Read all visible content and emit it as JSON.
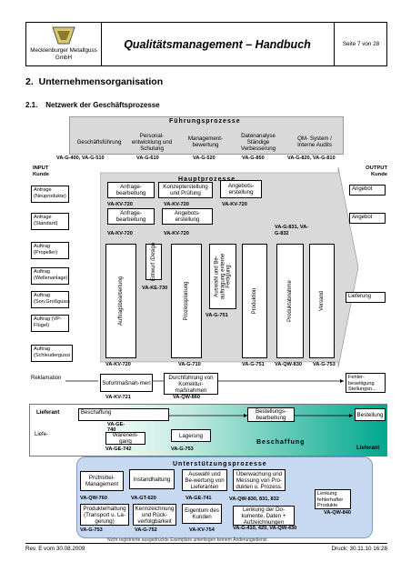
{
  "header": {
    "company": "Mecklenburger Metallguss GmbH",
    "title": "Qualitätsmanagement – Handbuch",
    "page": "Seite 7 von 28"
  },
  "section": {
    "number": "2.",
    "title": "Unternehmensorganisation"
  },
  "subsection": {
    "number": "2.1.",
    "title": "Netzwerk der Geschäftsprozesse"
  },
  "fuehrung": {
    "title": "Führungsprozesse",
    "boxes": [
      "Geschäftsführung",
      "Personal-entwicklung und Schulung",
      "Management-bewertung",
      "Datenanalyse Ständige Verbesserung",
      "QM- System / Interne Audits"
    ],
    "codes": [
      "VA-G-400, VA-G-510",
      "VA-G-610",
      "VA-G-520",
      "VA-G-850",
      "VA-G-820, VA-G-810"
    ]
  },
  "input": {
    "title": "INPUT Kunde",
    "items": [
      "Anfrage (Neuprodukte)",
      "Anfrage (Standard)",
      "Auftrag (Propeller)",
      "Auftrag (Wellenanlage)",
      "Auftrag (Son.Großguss)",
      "Auftrag (VP-Flügel)",
      "Auftrag (Schleudergussi"
    ]
  },
  "output": {
    "title": "OUTPUT Kunde",
    "items": [
      "Angebot",
      "Angebot",
      "Lieferung"
    ]
  },
  "haupt": {
    "title": "Hauptprozesse",
    "boxes": [
      "Anfrage-bearbeitung",
      "Konzepterstellung und Prüfung",
      "Angebots-erstellung",
      "Anfrage-bearbeitung",
      "Angebots-erstellung"
    ],
    "vertical": [
      "Auftragsbearbeitung",
      "Entwurf /Design",
      "Prozessplanung",
      "Auswahl und Be-auftragung externe Fertigung",
      "Produktion",
      "Produktabnahme",
      "Versand"
    ],
    "codes": {
      "r1a": "VA-KV-720",
      "r1b": "VA-KV-720",
      "r1c": "VA-KV-720",
      "r2a": "VA-KV-720",
      "r2b": "VA-KV-720",
      "r2c": "VA-G-831, VA-G-832",
      "ke": "VA-KE-730",
      "g751": "VA-G-751",
      "b1": "VA-KV-720",
      "b2": "VA-G-710",
      "b3": "VA-G-751",
      "b4": "VA-QW-830",
      "b5": "VA-G-753"
    }
  },
  "reklamation": {
    "label": "Reklamation",
    "sofort": "Sofortmaßnah-men",
    "sofort_code": "VA-KV-721",
    "korrektur": "Durchführung von Korrektur-maßnahmen",
    "korrektur_code": "VA-QW-860",
    "fehler": "Fehler-beseitigung Stellungsn..."
  },
  "beschaffung": {
    "title": "Beschaffung",
    "lieferant": "Lieferant",
    "liefe": "Liefe-",
    "beschaffung": "Beschaffung",
    "ge": "VA-GE-740",
    "wareneingang": "Warenein-gang",
    "bestellungs": "Bestellungs-bearbeitung",
    "lagerung": "Lagerung",
    "bestellung": "Bestellung",
    "code_742": "VA-GE-742",
    "code_753": "VA-G-753",
    "lieferant_out": "Lieferant"
  },
  "unterstuetzung": {
    "title": "Unterstützungsprozesse",
    "pruefmittel": "Prüfmittel-Management",
    "instandhaltung": "Instandhaltung",
    "auswahl": "Auswahl und Be-wertung von Lieferanten",
    "ueberwachung": "Überwachung und Messung von Pro-dukten u. Prozess.",
    "lenkung_fehler": "Lenkung fehlerhafter Produkte",
    "produkterhaltung": "Produkterhaltung (Transport u. La-gerung)",
    "kennzeichnung": "Kennzeichnung und Rück-verfolgbarkeit",
    "eigentum": "Eigentum des Kunden",
    "lenkung_doku": "Lenkung der Do-kumente, Daten + Aufzeichnungen",
    "codes": {
      "qw760": "VA-QW-760",
      "gt620": "VA-GT-620",
      "ge741": "VA-GE-741",
      "qw830": "VA-QW-830, 831, 832",
      "qw840": "VA-QW-840",
      "g753": "VA-G-753",
      "g752": "VA-G-752",
      "kv754": "VA-KV-754",
      "g410": "VA-G-410, 420, VA-QW-430"
    }
  },
  "footer_note": "Nicht registrierte ausgedruckte Exemplare unterliegen keinem Änderungsdienst",
  "footer": {
    "left": "Rev. E vom 30.08.2009",
    "right": "Druck: 30.11.10 16:28"
  },
  "colors": {
    "fuehrung_bg": "#d9d9d9",
    "haupt_arrow": "#d9d9d9",
    "beschaffung_grad_start": "#ffffff",
    "beschaffung_grad_end": "#00a88f",
    "unter_bg": "#c6d9f1"
  }
}
